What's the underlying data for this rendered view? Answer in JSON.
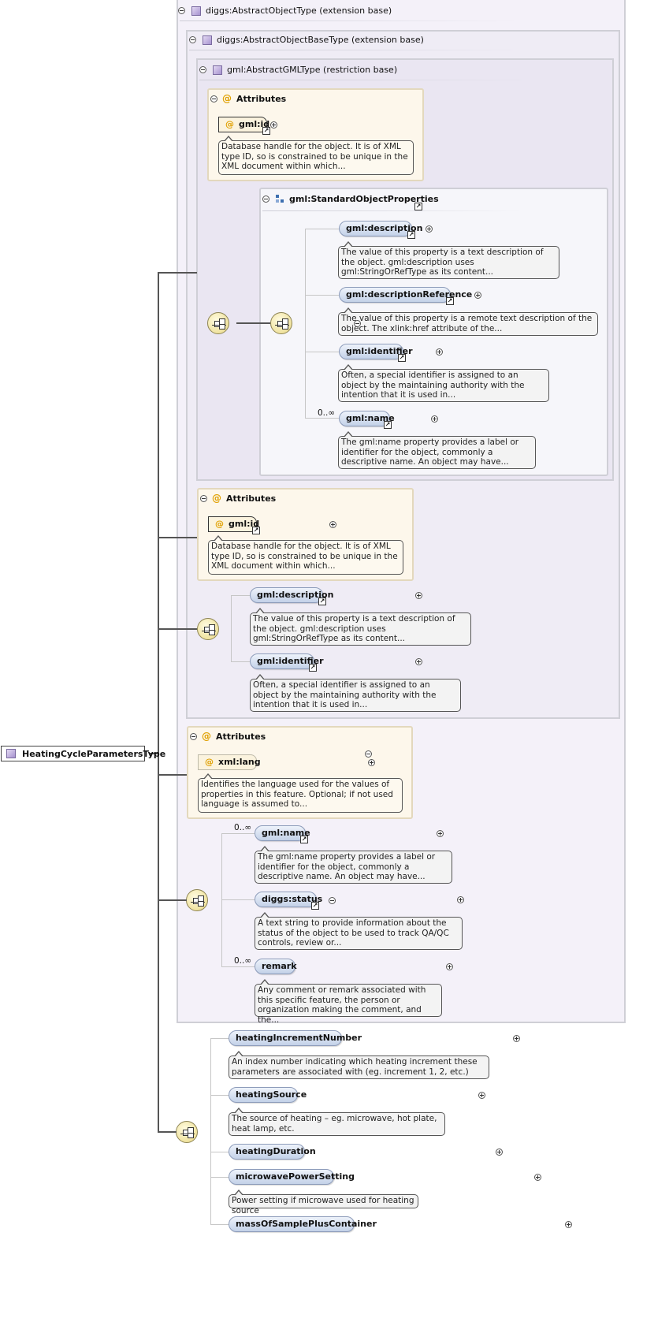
{
  "root": {
    "label": "HeatingCycleParametersType"
  },
  "frames": {
    "abstract_object": {
      "title": "diggs:AbstractObjectType (extension base)"
    },
    "abstract_object_base": {
      "title": "diggs:AbstractObjectBaseType (extension base)"
    },
    "abstract_gml": {
      "title": "gml:AbstractGMLType (restriction base)"
    }
  },
  "attributes_label": "Attributes",
  "gml_attrs": {
    "name": "gml:id",
    "doc": "Database handle for the object. It is of XML type ID, so is constrained to be unique in the XML document within which..."
  },
  "standard_props": {
    "title": "gml:StandardObjectProperties",
    "items": [
      {
        "name": "gml:description",
        "doc": "The value of this property is a text description of the object. gml:description uses gml:StringOrRefType as its content..."
      },
      {
        "name": "gml:descriptionReference",
        "doc": "The value of this property is a remote text description of the object. The xlink:href attribute of the..."
      },
      {
        "name": "gml:identifier",
        "doc": "Often, a special identifier is assigned to an object by the maintaining authority with the intention that it is used in..."
      },
      {
        "name": "gml:name",
        "doc": "The gml:name property provides a label or identifier for the object, commonly a descriptive name. An object may have...",
        "mult": "0..∞"
      }
    ]
  },
  "base_attrs": {
    "name": "gml:id",
    "doc": "Database handle for the object. It is of XML type ID, so is constrained to be unique in the XML document within which..."
  },
  "base_seq": [
    {
      "name": "gml:description",
      "doc": "The value of this property is a text description of the object. gml:description uses gml:StringOrRefType as its content..."
    },
    {
      "name": "gml:identifier",
      "doc": "Often, a special identifier is assigned to an object by the maintaining authority with the intention that it is used in..."
    }
  ],
  "object_attrs": {
    "name": "xml:lang",
    "doc": "Identifies the language used for the values of properties in this feature. Optional; if not used language is assumed to..."
  },
  "object_seq": [
    {
      "name": "gml:name",
      "doc": "The gml:name property provides a label or identifier for the object, commonly a descriptive name. An object may have...",
      "mult": "0..∞"
    },
    {
      "name": "diggs:status",
      "doc": "A text string to provide information about the status of the object to be used to track QA/QC controls, review or..."
    },
    {
      "name": "remark",
      "doc": "Any comment or remark associated with this specific feature, the person or organization making the comment, and the...",
      "mult": "0..∞"
    }
  ],
  "heating_seq": [
    {
      "name": "heatingIncrementNumber",
      "doc": "An index number indicating which heating increment these parameters are associated with (eg. increment 1, 2, etc.)"
    },
    {
      "name": "heatingSource",
      "doc": "The source of heating – eg. microwave, hot plate, heat lamp, etc."
    },
    {
      "name": "heatingDuration"
    },
    {
      "name": "microwavePowerSetting",
      "doc": "Power setting if microwave used for heating source"
    },
    {
      "name": "massOfSamplePlusContainer"
    }
  ]
}
